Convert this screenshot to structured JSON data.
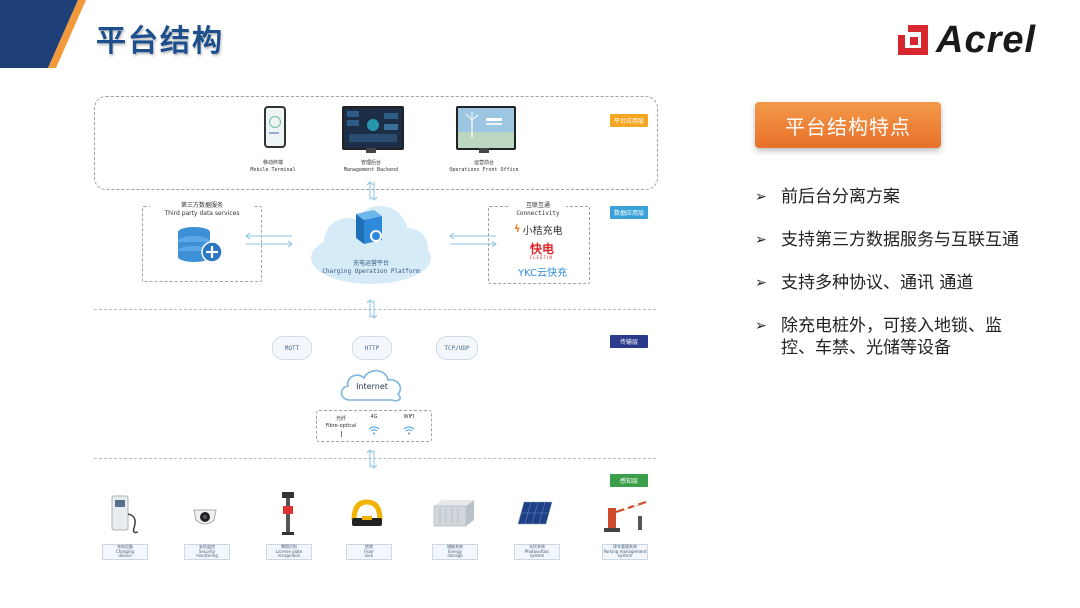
{
  "header": {
    "title": "平台结构",
    "logo_text": "Acrel"
  },
  "diagram": {
    "layer_tags": [
      "平台应用层",
      "数据应用层",
      "传输层",
      "感知层"
    ],
    "terminals": [
      {
        "cn": "移动终端",
        "en": "Mobile Terminal"
      },
      {
        "cn": "管理后台",
        "en": "Management Backend"
      },
      {
        "cn": "运营前台",
        "en": "Operations Front Office"
      }
    ],
    "third_party": {
      "cn": "第三方数据服务",
      "en": "Third party data services"
    },
    "platform": {
      "cn": "充电运营平台",
      "en": "Charging Operation Platform"
    },
    "connectivity": {
      "cn": "互联互通",
      "en": "Connectivity",
      "partners": [
        "小桔充电",
        "快电",
        "FLEETIN",
        "YKC云快充"
      ]
    },
    "protocols": [
      "MQTT",
      "HTTP",
      "TCP/UDP"
    ],
    "internet": "Internet",
    "networks": [
      {
        "cn": "光纤",
        "en": "Fibre-optical"
      },
      {
        "label": "4G"
      },
      {
        "label": "WIFI"
      }
    ],
    "devices": [
      {
        "cn": "充电设备",
        "en1": "Charging",
        "en2": "device"
      },
      {
        "cn": "安防监控",
        "en1": "Security",
        "en2": "monitoring"
      },
      {
        "cn": "牌照识别",
        "en1": "License plate",
        "en2": "recognition"
      },
      {
        "cn": "地锁",
        "en1": "Floor",
        "en2": "lock"
      },
      {
        "cn": "储能系统",
        "en1": "Energy",
        "en2": "storage"
      },
      {
        "cn": "光伏系统",
        "en1": "Photovoltaic",
        "en2": "system"
      },
      {
        "cn": "停车管理系统",
        "en1": "Parking management",
        "en2": "system"
      }
    ]
  },
  "features": {
    "title": "平台结构特点",
    "items": [
      "前后台分离方案",
      "支持第三方数据服务与互联互通",
      "支持多种协议、通讯 通道",
      "除充电桩外，可接入地锁、监控、车禁、光储等设备"
    ]
  },
  "colors": {
    "title_blue": "#1d4f8c",
    "corner_navy": "#1f3f78",
    "corner_orange": "#f29a3b",
    "tag_orange": "#f5a623",
    "tag_blue": "#3aa0d8",
    "tag_navy": "#2b3a8c",
    "tag_green": "#3a9e4a",
    "feature_orange": "#ee7d32",
    "logo_red": "#d8262e"
  }
}
